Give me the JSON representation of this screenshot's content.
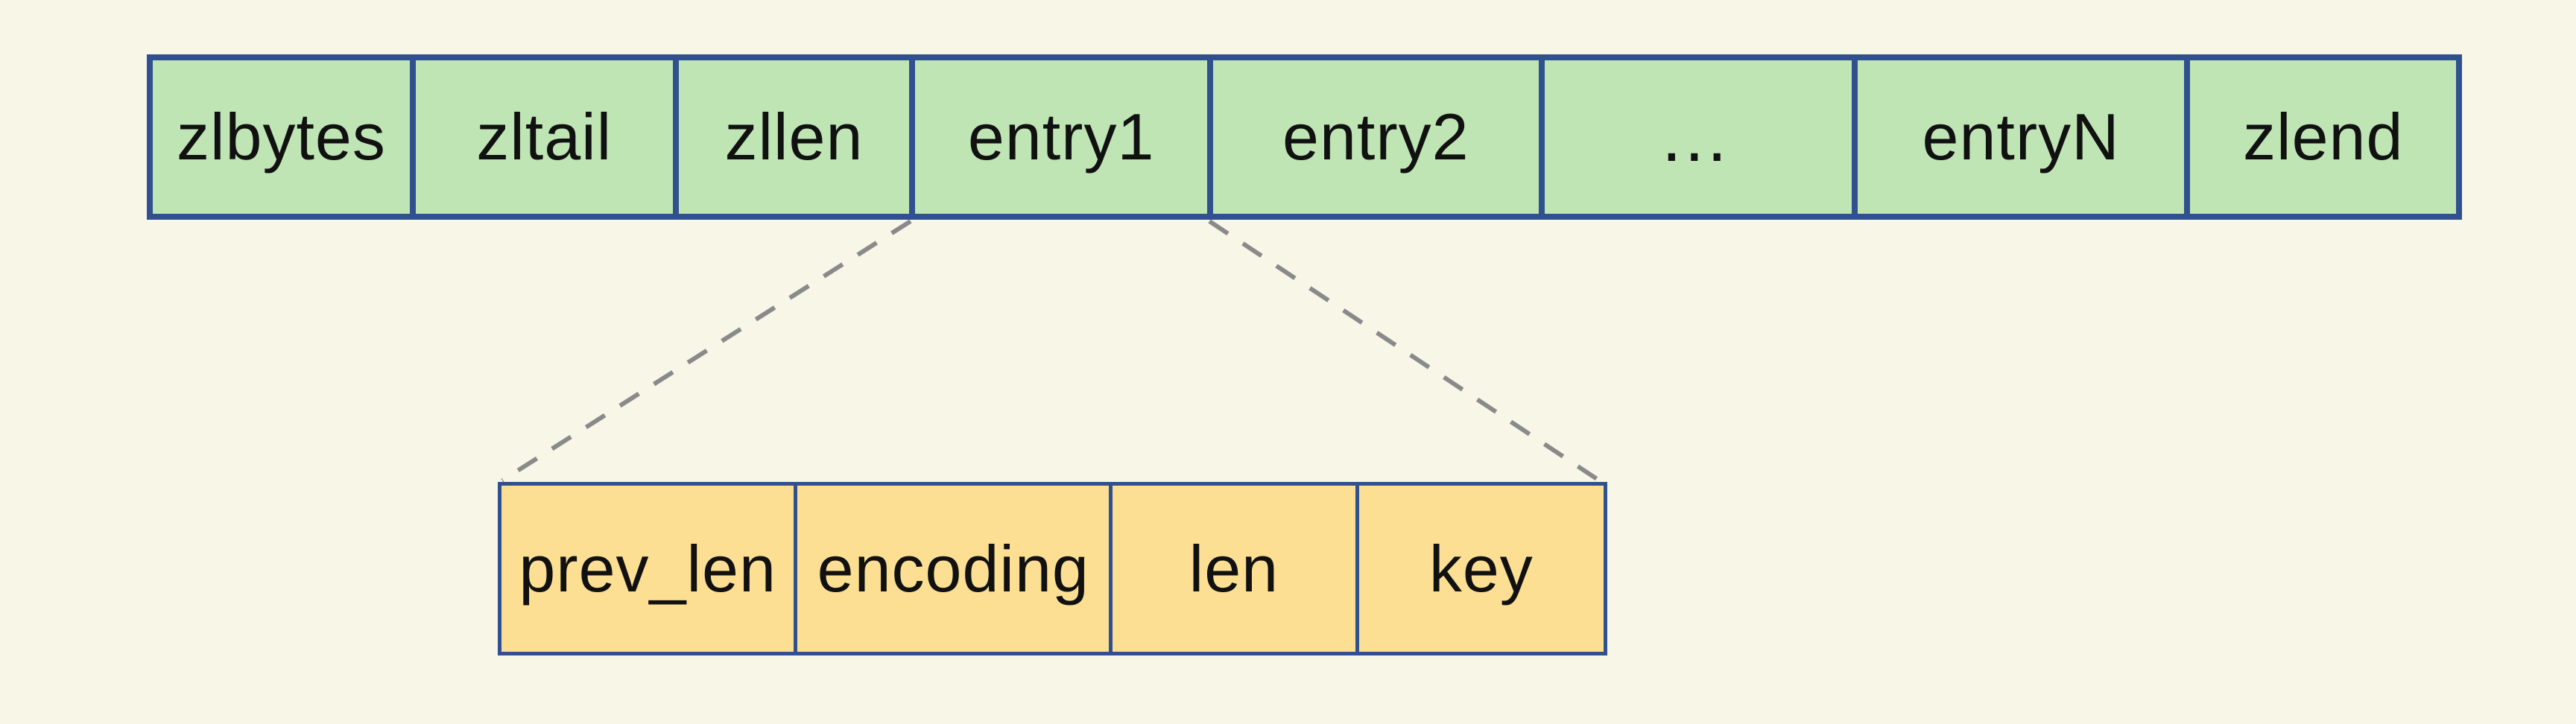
{
  "diagram": {
    "description": "ziplist structure with expanded entry layout",
    "ziplist_row": {
      "cells": [
        {
          "label": "zlbytes"
        },
        {
          "label": "zltail"
        },
        {
          "label": "zllen"
        },
        {
          "label": "entry1"
        },
        {
          "label": "entry2"
        },
        {
          "label": "…"
        },
        {
          "label": "entryN"
        },
        {
          "label": "zlend"
        }
      ]
    },
    "entry_detail_row": {
      "cells": [
        {
          "label": "prev_len"
        },
        {
          "label": "encoding"
        },
        {
          "label": "len"
        },
        {
          "label": "key"
        }
      ]
    },
    "connector": {
      "from": "entry1",
      "to": "entry_detail_row",
      "style": "dashed"
    },
    "colors": {
      "background": "#f8f6e7",
      "ziplist_cell_fill": "#bfe5b5",
      "entry_cell_fill": "#fcdf92",
      "border": "#30508f",
      "dashed_line": "#8a8a8a",
      "text": "#111111"
    }
  }
}
